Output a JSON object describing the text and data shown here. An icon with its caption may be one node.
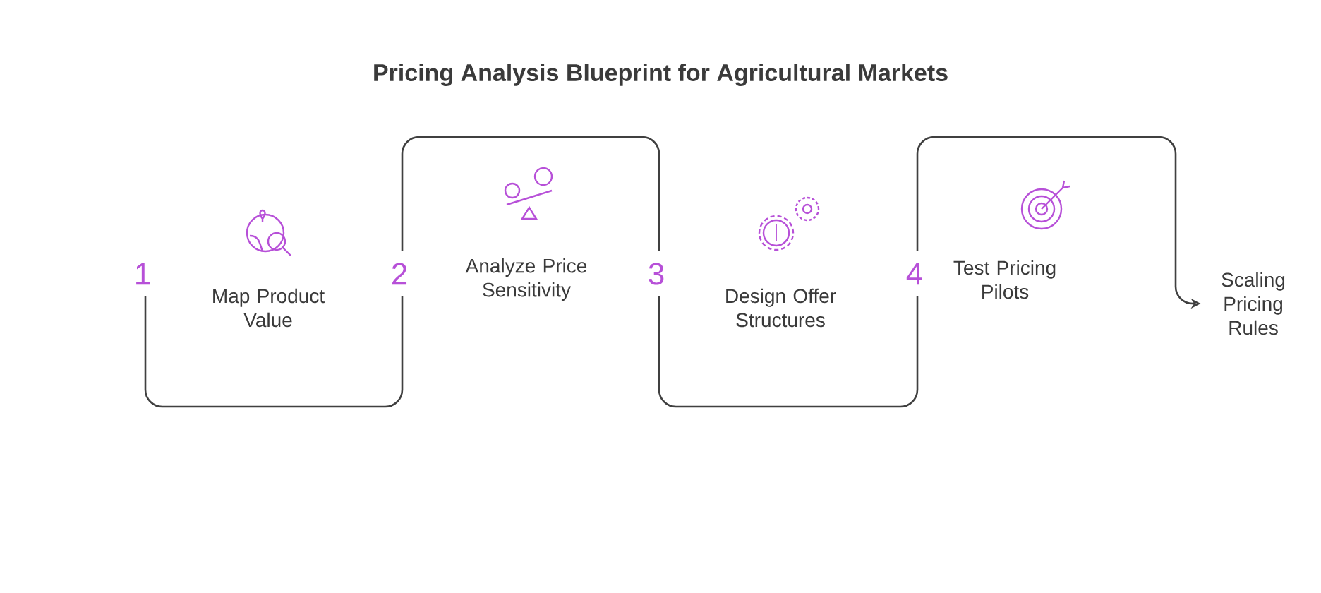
{
  "diagram": {
    "title": "Pricing Analysis Blueprint for Agricultural Markets",
    "nodes": [
      {
        "text": [
          "Map Product Value"
        ]
      },
      {
        "text": [
          "Analyze Price Sensitivity"
        ]
      },
      {
        "text": [
          "Design Offer Structures"
        ]
      },
      {
        "text": [
          "Test Pricing Pilots"
        ]
      },
      {
        "text": [
          "Scaling Pricing Rules"
        ]
      }
    ],
    "edges": [
      {
        "from": 3,
        "to": 4,
        "arrow": "to"
      }
    ],
    "labels": [
      "1",
      "2",
      "3",
      "4"
    ]
  }
}
